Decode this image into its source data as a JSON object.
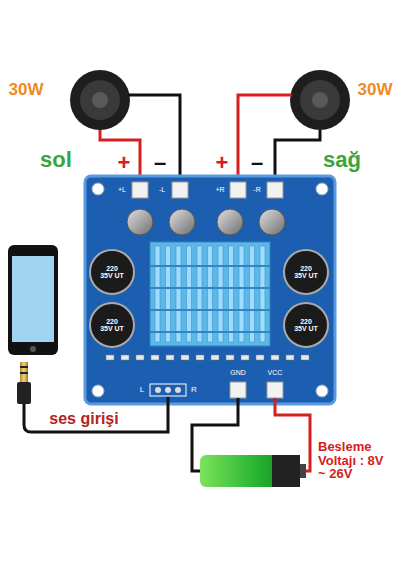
{
  "diagram": {
    "labels": [
      "30W",
      "30W",
      "sol",
      "+",
      "–",
      "+",
      "–",
      "sağ",
      "+L",
      "-L",
      "+R",
      "-R",
      "220 35V UT",
      "220 35V UT",
      "220 35V UT",
      "220 35V UT",
      "L",
      "R",
      "GND",
      "VCC",
      "ses girişi",
      "Besleme Voltajı : 8V ~ 26V"
    ]
  }
}
